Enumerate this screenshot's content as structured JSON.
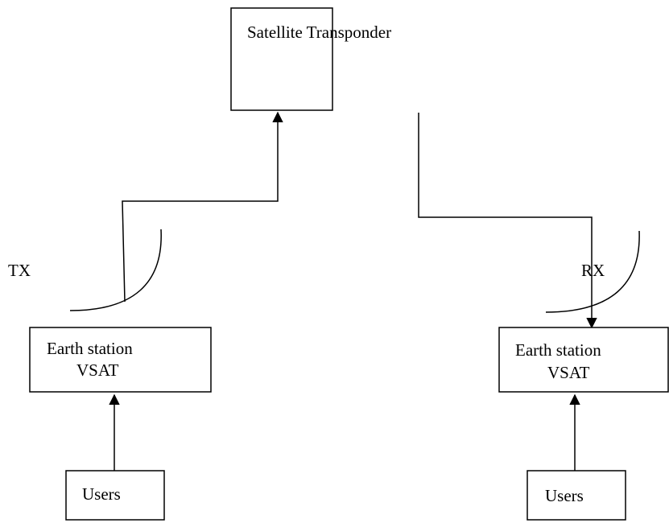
{
  "diagram": {
    "satellite": {
      "label": "Satellite Transponder"
    },
    "left": {
      "antenna_label": "TX",
      "station_line1": "Earth station",
      "station_line2": "VSAT",
      "users": "Users"
    },
    "right": {
      "antenna_label": "RX",
      "station_line1": "Earth station",
      "station_line2": "VSAT",
      "users": "Users"
    }
  }
}
